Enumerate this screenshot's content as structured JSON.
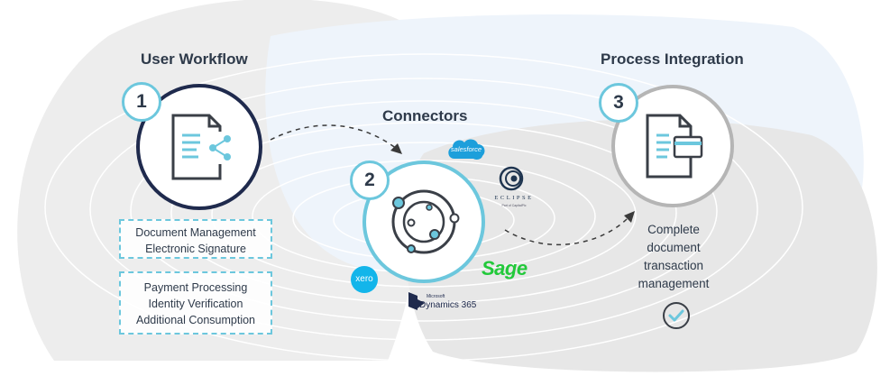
{
  "steps": [
    {
      "number": "1",
      "title": "User Workflow"
    },
    {
      "number": "2",
      "title": "Connectors"
    },
    {
      "number": "3",
      "title": "Process Integration"
    }
  ],
  "workflow_boxes": [
    {
      "lines": [
        "Document Management",
        "Electronic Signature"
      ]
    },
    {
      "lines": [
        "Payment Processing",
        "Identity Verification",
        "Additional Consumption"
      ]
    }
  ],
  "connector_logos": {
    "salesforce": "salesforce",
    "eclipse": "ECLIPSE",
    "eclipse_sub": "Part of CapitalPlc",
    "sage": "Sage",
    "xero": "xero",
    "microsoft": "Microsoft",
    "dynamics": "Dynamics 365"
  },
  "integration_description": [
    "Complete",
    "document",
    "transaction",
    "management"
  ],
  "icons": {
    "step1": "document-share-icon",
    "step2": "connector-orbit-icon",
    "step3": "document-card-icon",
    "check": "check-circle-icon"
  },
  "colors": {
    "accent": "#6cc7dd",
    "dark_ring": "#1f2a4d",
    "grey_ring": "#b5b5b5",
    "text": "#2e3a4a",
    "sage_green": "#22c93a",
    "salesforce_blue": "#1d9fdb",
    "xero_blue": "#13b5ea"
  }
}
